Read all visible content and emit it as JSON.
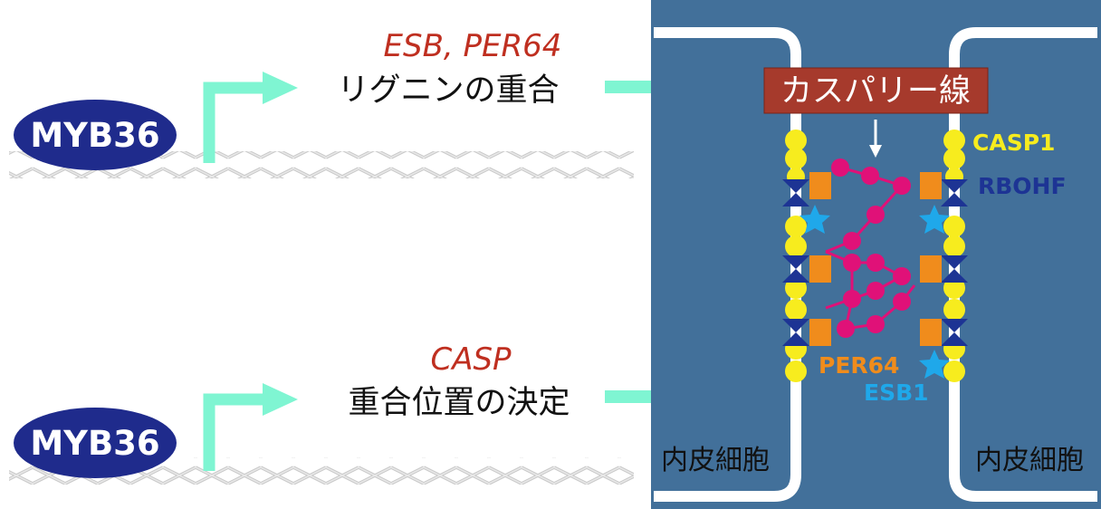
{
  "diagram": {
    "rows": [
      {
        "tf": "MYB36",
        "gene": "ESB, PER64",
        "function": "リグニンの重合"
      },
      {
        "tf": "MYB36",
        "gene": "CASP",
        "function": "重合位置の決定"
      }
    ],
    "panel": {
      "title": "カスパリー線",
      "cell_left": "内皮細胞",
      "cell_right": "内皮細胞",
      "labels": {
        "casp1": "CASP1",
        "rbohf": "RBOHF",
        "per64": "PER64",
        "esb1": "ESB1"
      }
    },
    "colors": {
      "panel_bg": "#42709a",
      "oval": "#1f2b8c",
      "arrow": "#7ff5d2",
      "gene_text": "#bf2f20",
      "title_box": "#a63a2c",
      "yellow": "#f7ec1e",
      "navy": "#1d3494",
      "orange": "#f08c1c",
      "magenta": "#e01178",
      "cyan": "#1fa8ea"
    }
  }
}
